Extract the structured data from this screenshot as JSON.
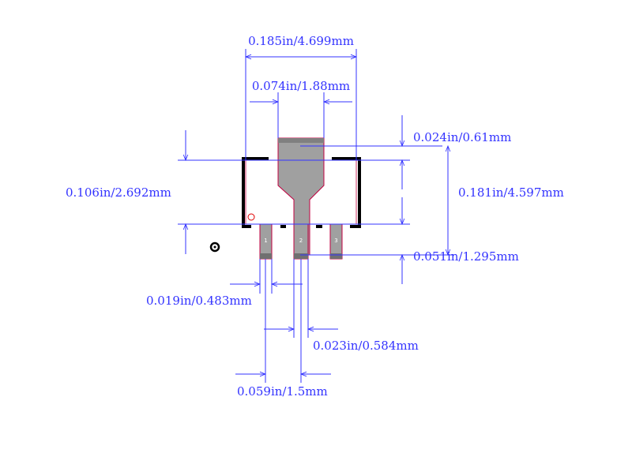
{
  "colors": {
    "dimension": "#3333ff",
    "outline": "#000000",
    "pad_fill": "#a0a0a0",
    "pad_edge": "#c00040",
    "pad_band": "#707070",
    "pin1_marker": "#e00000",
    "background": "#ffffff"
  },
  "dimensions": {
    "overall_width": "0.185in/4.699mm",
    "tab_width": "0.074in/1.88mm",
    "tab_extension": "0.024in/0.61mm",
    "overall_height": "0.181in/4.597mm",
    "body_height": "0.106in/2.692mm",
    "lead_length": "0.051in/1.295mm",
    "lead_width": "0.019in/0.483mm",
    "center_lead_width": "0.023in/0.584mm",
    "lead_pitch": "0.059in/1.5mm"
  },
  "pins": [
    "1",
    "2",
    "3"
  ],
  "markers": {
    "pin1_marker": "pin-1-circle-icon",
    "origin_marker": "origin-target-icon"
  }
}
